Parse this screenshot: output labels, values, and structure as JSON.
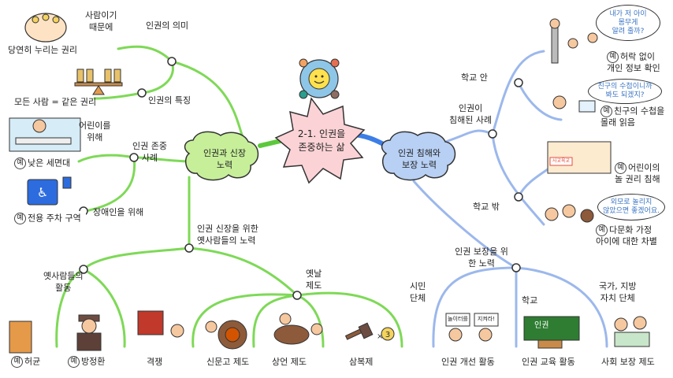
{
  "colors": {
    "left_branch": "#7ed957",
    "right_branch": "#9cb8ec",
    "center_fill": "#fbd3d6",
    "left_node_fill": "#c7ef9a",
    "right_node_fill": "#b8d0f4"
  },
  "center": {
    "title_line1": "2-1. 인권을",
    "title_line2": "존중하는 삶"
  },
  "left_node": {
    "line1": "인권과 신장",
    "line2": "노력"
  },
  "right_node": {
    "line1": "인권 침해와",
    "line2": "보장 노력"
  },
  "left": {
    "meaning": "인권의 의미",
    "because_human": "사람이기\n때문에",
    "natural_right": "당연히 누리는 권리",
    "feature": "인권의 특징",
    "equal_right": "모든 사람 = 같은 권리",
    "respect_cases": "인권 존중\n사례",
    "for_children": "어린이를\n위해",
    "low_sink": "낮은 세면대",
    "for_disabled": "장애인을 위해",
    "parking": "전용 주차 구역",
    "ancestors_effort": "인권 신장을 위한\n옛사람들의 노력",
    "ancestors_activity": "옛사람들의\n활동",
    "heo_gyun": "허균",
    "bang_jeonghwan": "방정환",
    "old_system": "옛날\n제도",
    "gyeokjaeng": "격쟁",
    "sinmungo": "신문고 제도",
    "sangeon": "상언 제도",
    "sambokje": "삼복제",
    "ye_mark": "예"
  },
  "right": {
    "violated_cases": "인권이\n침해된 사례",
    "in_school": "학교 안",
    "privacy": "허락 없이\n개인 정보 확인",
    "bubble_privacy": "내가 저 아이\n몸무게\n알려 줄까?",
    "homework": "친구의 수첩을\n몰래 읽음",
    "bubble_homework": "친구의 수첩이니까\n봐도 되겠지?",
    "out_school": "학교 밖",
    "play_right": "어린이의\n놀 권리 침해",
    "multicultural": "다문화 가정\n아이에 대한 차별",
    "bubble_multi": "외모로 놀리지\n않았으면 좋겠어요.",
    "guarantee_effort": "인권 보장을 위한 노력",
    "civic": "시민\n단체",
    "school": "학교",
    "government": "국가, 지방\n자치 단체",
    "campaign": "인권 개선 활동",
    "education": "인권 교육 활동",
    "social_security": "사회 보장 제도",
    "sign1": "놀이터를",
    "sign2": "지켜라!",
    "board": "인권",
    "academy_sign": "사교육교",
    "ye_mark": "예"
  }
}
